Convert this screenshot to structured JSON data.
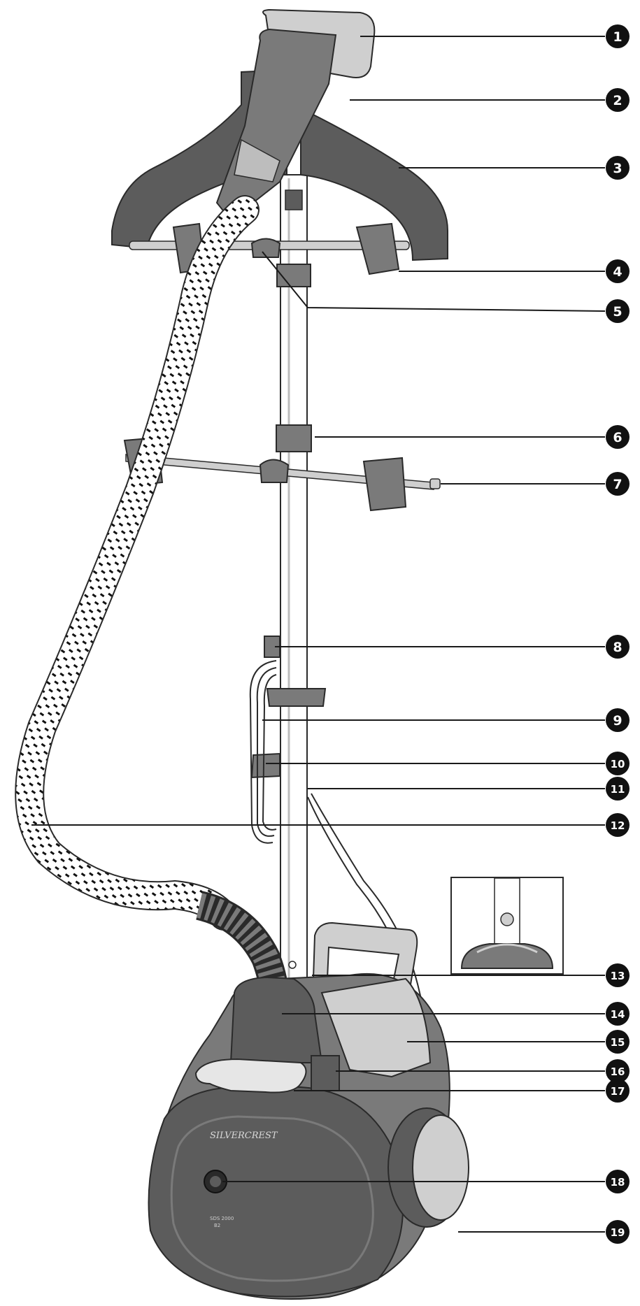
{
  "diagram": {
    "colors": {
      "dark": "#5c5c5c",
      "mid": "#7a7a7a",
      "light": "#cfcfcf",
      "outline": "#2a2a2a",
      "hoseDot": "#111111"
    },
    "device_markings": {
      "brand": "SILVERCREST",
      "rating_line1": "SDS 2000",
      "rating_line2": "B2"
    },
    "labels": [
      {
        "number": "1"
      },
      {
        "number": "2"
      },
      {
        "number": "3"
      },
      {
        "number": "4"
      },
      {
        "number": "5"
      },
      {
        "number": "6"
      },
      {
        "number": "7"
      },
      {
        "number": "8"
      },
      {
        "number": "9"
      },
      {
        "number": "10"
      },
      {
        "number": "11"
      },
      {
        "number": "12"
      },
      {
        "number": "13"
      },
      {
        "number": "14"
      },
      {
        "number": "15"
      },
      {
        "number": "16"
      },
      {
        "number": "17"
      },
      {
        "number": "18"
      },
      {
        "number": "19"
      }
    ]
  }
}
